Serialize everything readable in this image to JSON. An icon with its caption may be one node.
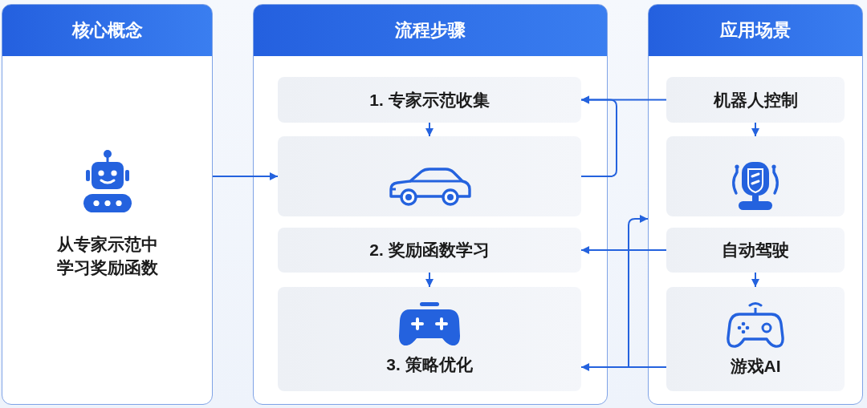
{
  "diagram": {
    "nodes": [
      {
        "text": [
          "核心概念",
          "从专家示范中学习奖励函数"
        ]
      },
      {
        "text": [
          "流程步骤"
        ]
      },
      {
        "text": [
          "1. 专家示范收集"
        ],
        "in": 1
      },
      {
        "text": [],
        "shape": "box",
        "in": 1
      },
      {
        "text": [
          "2. 奖励函数学习"
        ],
        "in": 1
      },
      {
        "text": [
          "3. 策略优化"
        ],
        "in": 1
      },
      {
        "text": [
          "应用场景"
        ]
      },
      {
        "text": [
          "机器人控制"
        ],
        "in": 6
      },
      {
        "text": [],
        "shape": "box",
        "in": 6
      },
      {
        "text": [
          "自动驾驶"
        ],
        "in": 6
      },
      {
        "text": [
          "游戏AI"
        ],
        "in": 6
      }
    ],
    "edges": [
      {
        "from": 0,
        "to": 3,
        "arrow": "to"
      },
      {
        "from": 2,
        "to": 3,
        "arrow": "to"
      },
      {
        "from": 4,
        "to": 5,
        "arrow": "to"
      },
      {
        "from": 7,
        "to": 8,
        "arrow": "to"
      },
      {
        "from": 9,
        "to": 10,
        "arrow": "to"
      },
      {
        "from": 7,
        "to": 2,
        "arrow": "to"
      },
      {
        "from": 3,
        "to": 2,
        "arrow": "to"
      },
      {
        "from": 9,
        "to": 4,
        "arrow": "to"
      },
      {
        "from": 10,
        "to": 5,
        "arrow": "to"
      },
      {
        "from": 10,
        "to": 6,
        "arrow": "to"
      }
    ]
  }
}
